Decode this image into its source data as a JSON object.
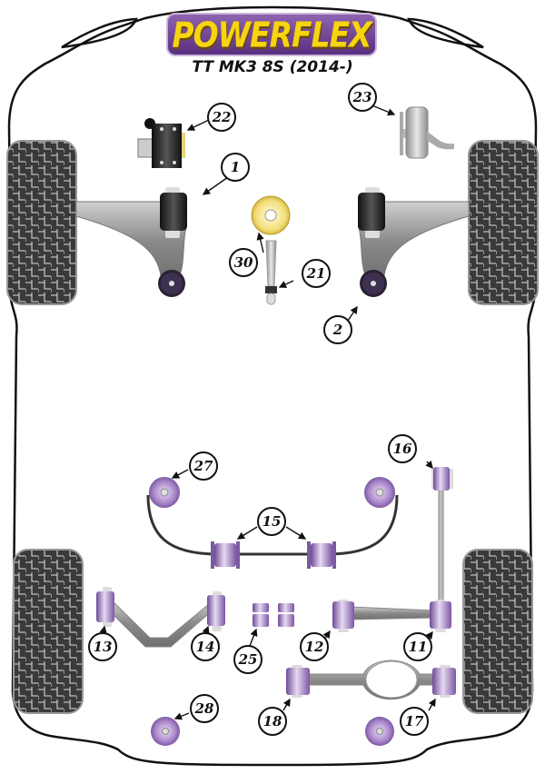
{
  "header": {
    "brand": "POWERFLEX",
    "model": "TT MK3 8S (2014-)"
  },
  "colors": {
    "brand_purple": "#6b3f93",
    "brand_yellow": "#f6d410",
    "bush_purple": "#a784c9",
    "tyre": "#3a3a3a",
    "outline": "#111111"
  },
  "callouts": [
    {
      "id": "c1",
      "label": "1"
    },
    {
      "id": "c2",
      "label": "2"
    },
    {
      "id": "c11",
      "label": "11"
    },
    {
      "id": "c12",
      "label": "12"
    },
    {
      "id": "c13",
      "label": "13"
    },
    {
      "id": "c14",
      "label": "14"
    },
    {
      "id": "c15",
      "label": "15"
    },
    {
      "id": "c16",
      "label": "16"
    },
    {
      "id": "c17",
      "label": "17"
    },
    {
      "id": "c18",
      "label": "18"
    },
    {
      "id": "c21",
      "label": "21"
    },
    {
      "id": "c22",
      "label": "22"
    },
    {
      "id": "c23",
      "label": "23"
    },
    {
      "id": "c25",
      "label": "25"
    },
    {
      "id": "c27",
      "label": "27"
    },
    {
      "id": "c28",
      "label": "28"
    },
    {
      "id": "c30",
      "label": "30"
    }
  ]
}
